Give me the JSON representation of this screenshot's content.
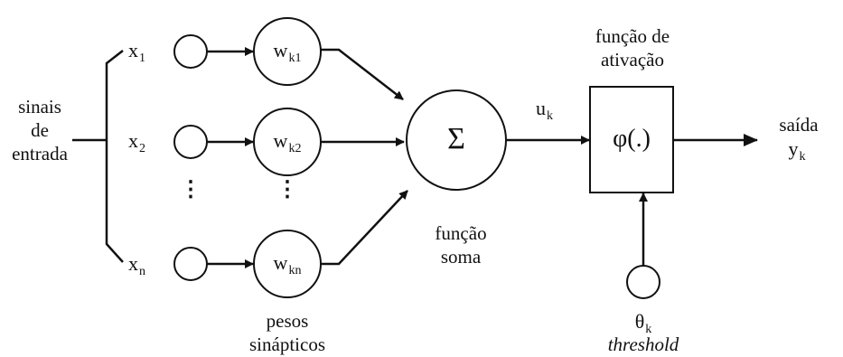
{
  "input_label": {
    "line1": "sinais",
    "line2": "de",
    "line3": "entrada"
  },
  "inputs": [
    {
      "base": "x",
      "sub": "1"
    },
    {
      "base": "x",
      "sub": "2"
    },
    {
      "base": "x",
      "sub": "n"
    }
  ],
  "weights": [
    {
      "base": "w",
      "sub": "k1"
    },
    {
      "base": "w",
      "sub": "k2"
    },
    {
      "base": "w",
      "sub": "kn"
    }
  ],
  "ellipsis": "⋮",
  "weights_label": {
    "line1": "pesos",
    "line2": "sinápticos"
  },
  "sum": {
    "symbol": "Σ",
    "label_line1": "função",
    "label_line2": "soma"
  },
  "u": {
    "base": "u",
    "sub": "k"
  },
  "activation": {
    "symbol": "φ(.)",
    "label_line1": "função de",
    "label_line2": "ativação"
  },
  "threshold": {
    "base": "θ",
    "sub": "k",
    "label": "threshold"
  },
  "output": {
    "label": "saída",
    "base": "y",
    "sub": "k"
  }
}
